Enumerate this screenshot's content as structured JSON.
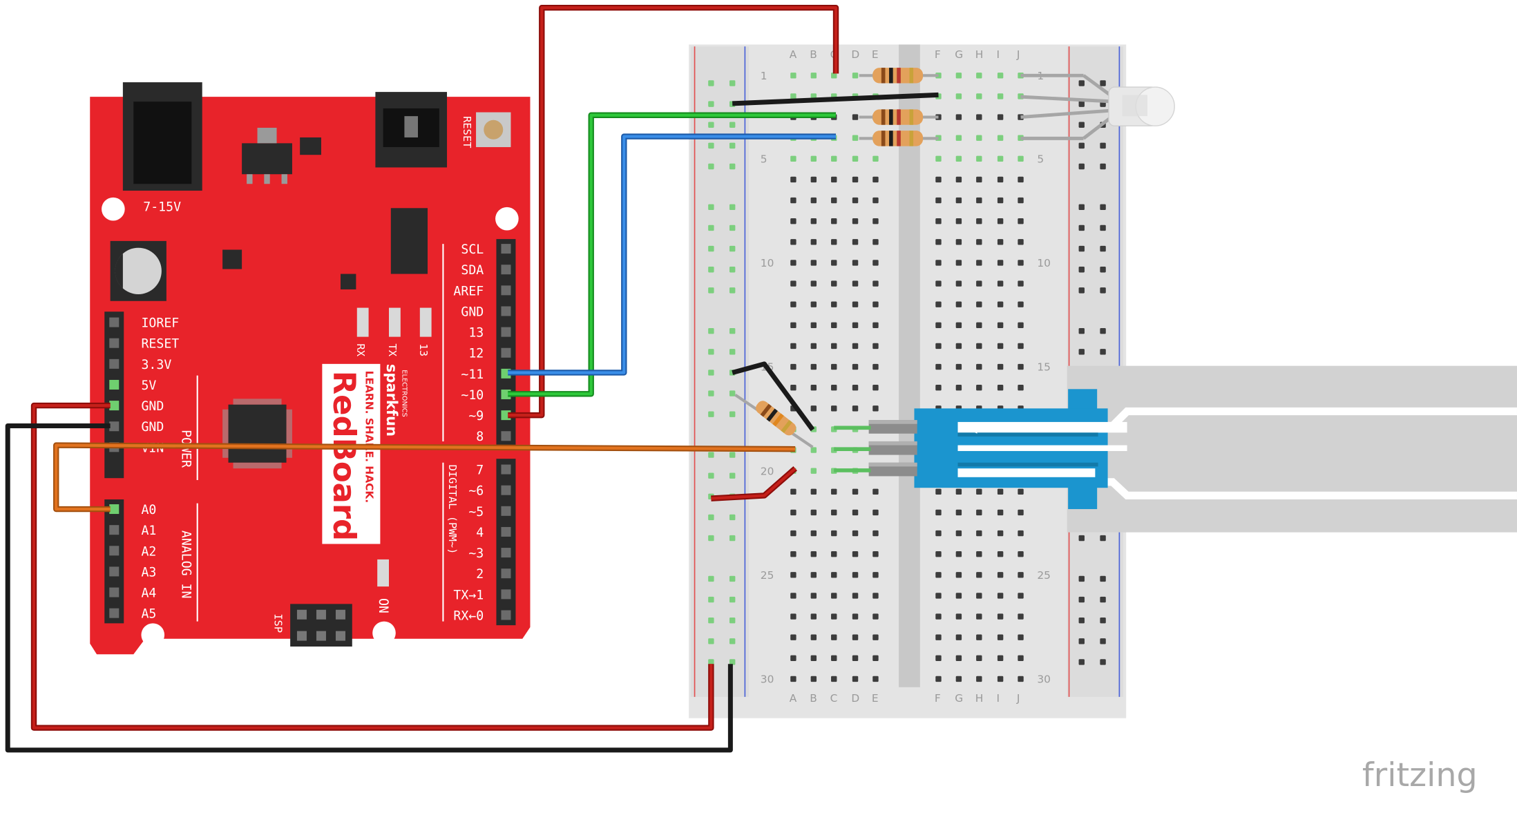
{
  "board": {
    "power_jack_label": "7-15V",
    "reset_label": "RESET",
    "power_header": [
      "IOREF",
      "RESET",
      "3.3V",
      "5V",
      "GND",
      "GND",
      "VIN"
    ],
    "power_section_label": "POWER",
    "analog_header": [
      "A0",
      "A1",
      "A2",
      "A3",
      "A4",
      "A5"
    ],
    "analog_section_label": "ANALOG IN",
    "top_digital": [
      "SCL",
      "SDA",
      "AREF",
      "GND",
      "13",
      "12",
      "~11",
      "~10",
      "~9",
      "8"
    ],
    "bottom_digital": [
      "7",
      "~6",
      "~5",
      "4",
      "~3",
      "2",
      "TX→1",
      "RX←0"
    ],
    "digital_section_label": "DIGITAL (PWM~)",
    "led_labels": [
      "RX",
      "TX",
      "13"
    ],
    "brand": "sparkfun",
    "brand_sub": "ELECTRONICS",
    "product_name": "RedBoard",
    "tagline": "LEARN. SHARE. HACK.",
    "isp_label": "ISP",
    "on_label": "ON"
  },
  "breadboard": {
    "columns_left": [
      "A",
      "B",
      "C",
      "D",
      "E"
    ],
    "columns_right": [
      "F",
      "G",
      "H",
      "I",
      "J"
    ],
    "row_markers": [
      "1",
      "5",
      "10",
      "15",
      "20",
      "25",
      "30"
    ]
  },
  "watermark": "fritzing",
  "colors": {
    "board_red": "#e8232a",
    "wire_red": "#b5120f",
    "wire_black": "#1a1a1a",
    "wire_green": "#1fa92a",
    "wire_blue": "#2b78d4",
    "wire_orange": "#d9691a",
    "sensor_blue": "#1b95cf",
    "breadboard": "#e2e2e2"
  }
}
